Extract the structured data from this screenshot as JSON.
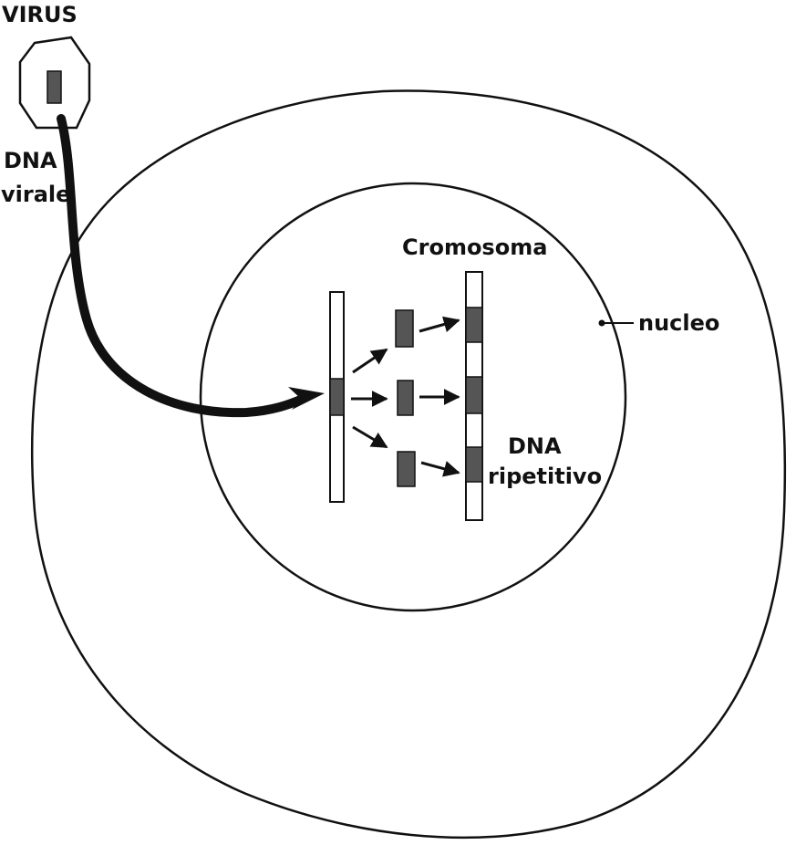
{
  "labels": {
    "virus": "VIRUS",
    "dna_virale_line1": "DNA",
    "dna_virale_line2": "virale",
    "cromosoma": "Cromosoma",
    "nucleo": "nucleo",
    "dna_ripetitivo_line1": "DNA",
    "dna_ripetitivo_line2": "ripetitivo"
  },
  "colors": {
    "ink": "#111111",
    "segment_fill": "#555555",
    "background": "#ffffff"
  }
}
